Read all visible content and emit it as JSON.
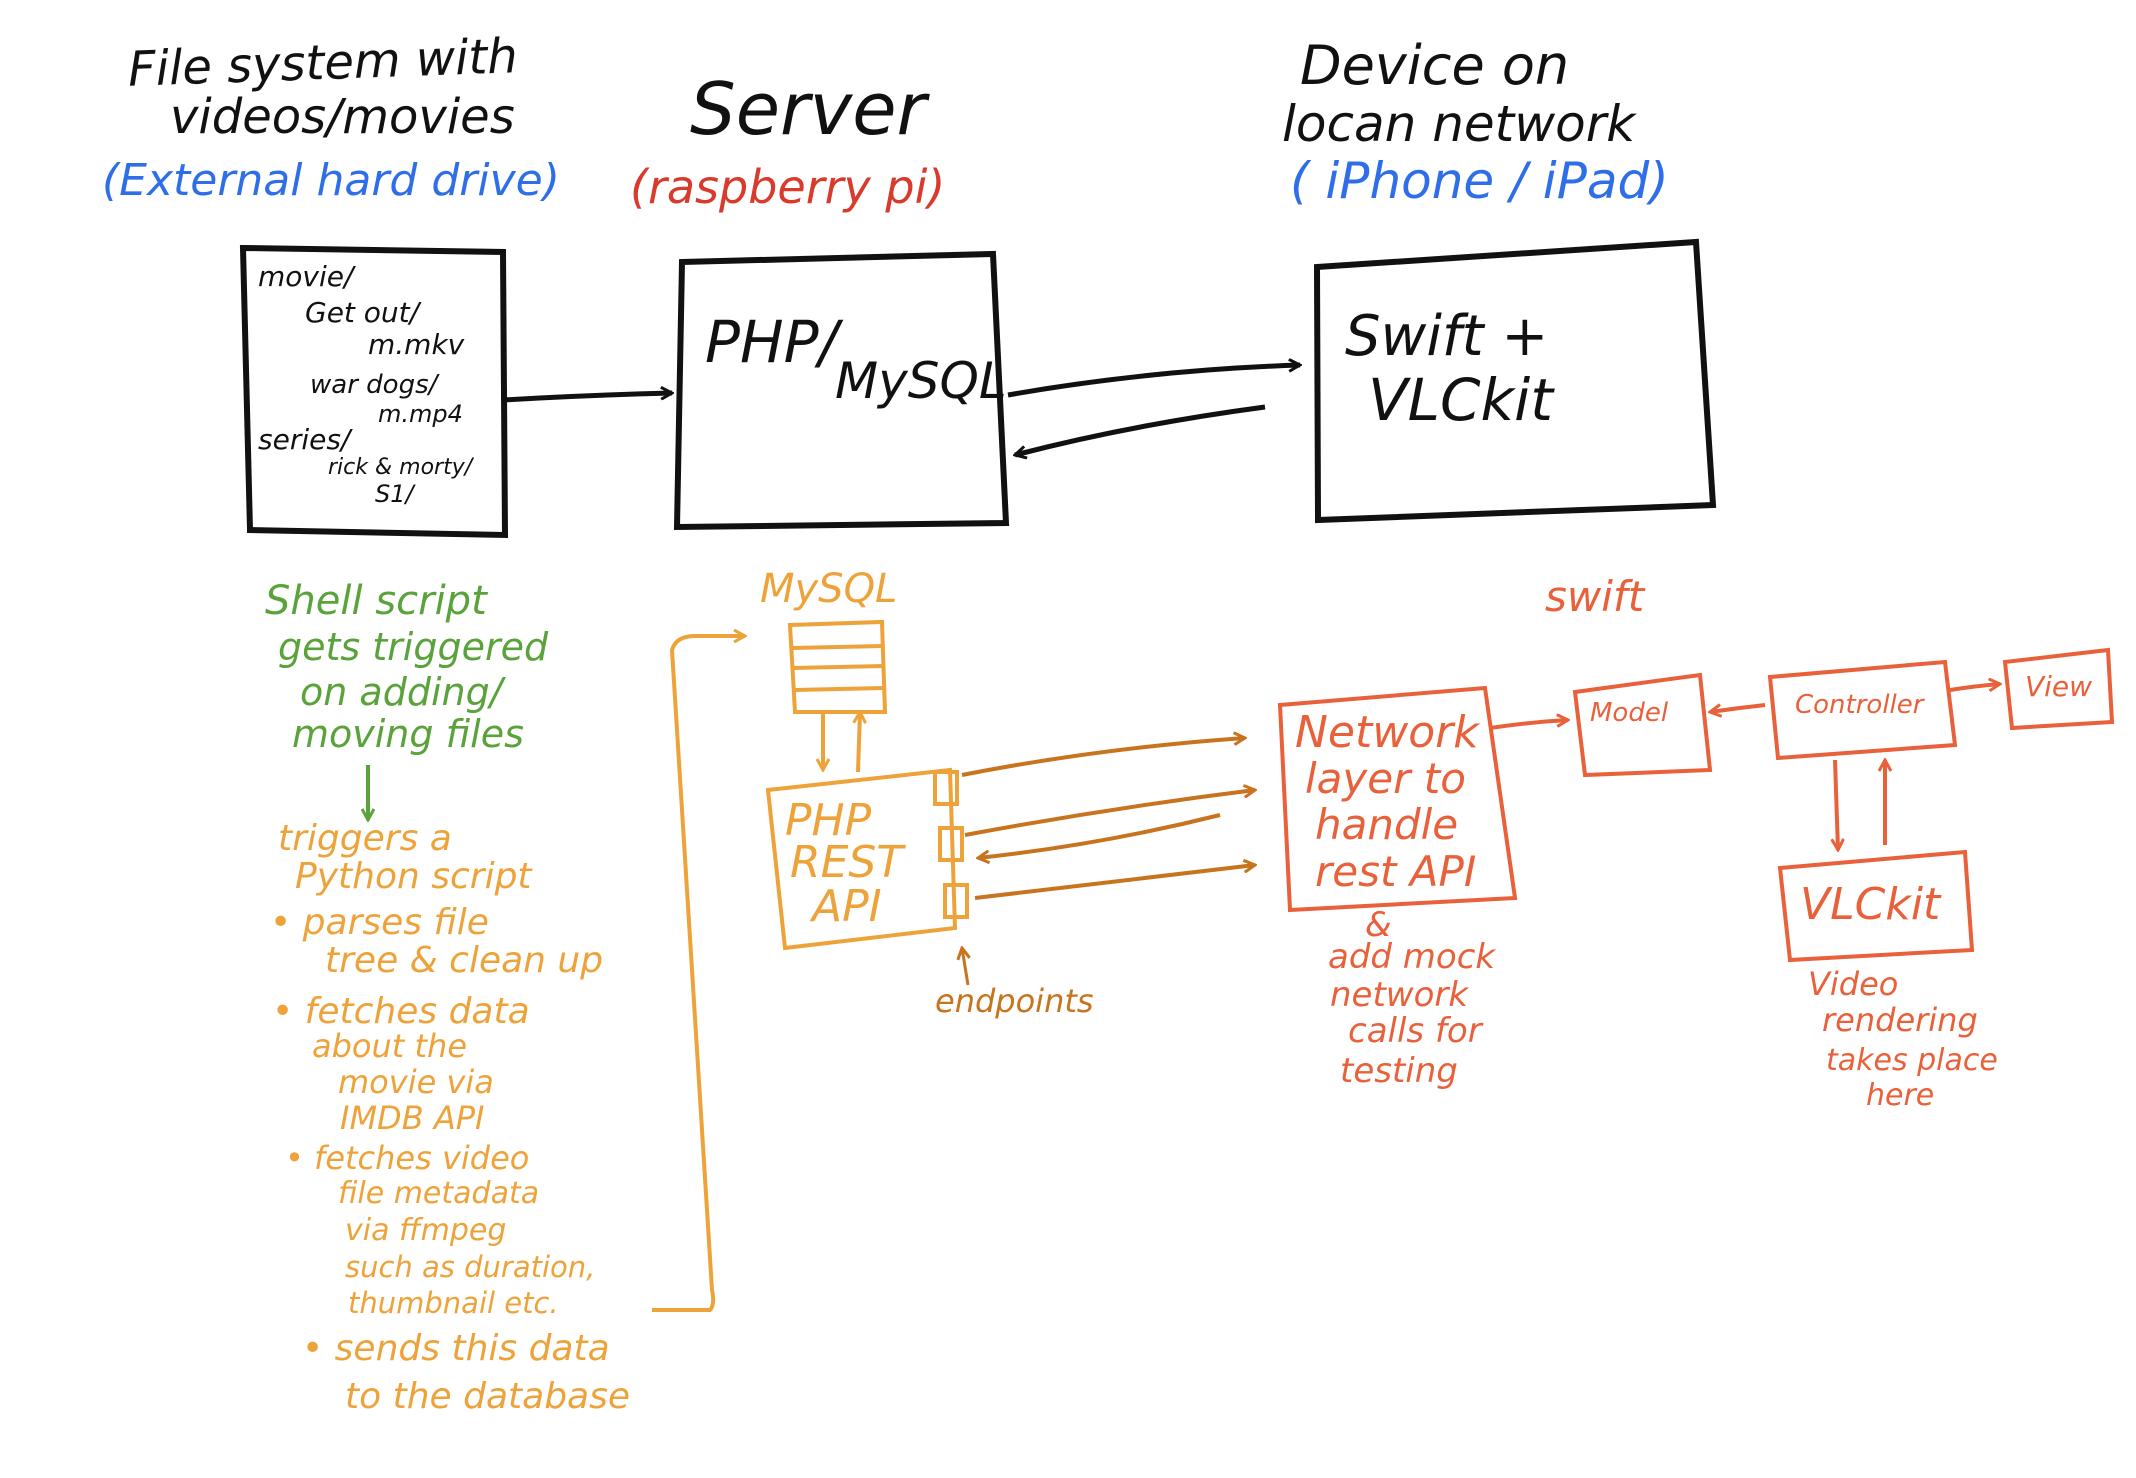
{
  "columns": {
    "filesystem": {
      "title_line1": "File system with",
      "title_line2": "videos/movies",
      "subtitle": "(External hard drive)",
      "tree": [
        "movie/",
        "Get out/",
        "m.mkv",
        "war dogs/",
        "m.mp4",
        "series/",
        "rick & morty/",
        "S1/"
      ]
    },
    "server": {
      "title": "Server",
      "subtitle": "(raspberry pi)",
      "box_text_1": "PHP/",
      "box_text_2": "MySQL"
    },
    "device": {
      "title_line1": "Device on",
      "title_line2": "locan network",
      "subtitle": "( iPhone / iPad)",
      "box_text_1": "Swift +",
      "box_text_2": "VLCkit"
    }
  },
  "shell_notes": {
    "lines": [
      "Shell script",
      "gets triggered",
      "on adding/",
      "moving files"
    ]
  },
  "python_notes": {
    "lines": [
      "triggers a",
      "Python script",
      "• parses file",
      "tree & clean up",
      "• fetches data",
      "about the",
      "movie via",
      "IMDB API",
      "• fetches video",
      "file metadata",
      "via ffmpeg",
      "such as duration,",
      "thumbnail etc.",
      "• sends this data",
      "to the database"
    ]
  },
  "server_detail": {
    "mysql_label": "MySQL",
    "php_lines": [
      "PHP",
      "REST",
      "API"
    ],
    "endpoints_label": "endpoints"
  },
  "swift_detail": {
    "swift_label": "swift",
    "network_lines": [
      "Network",
      "layer to",
      "handle",
      "rest API"
    ],
    "network_notes": [
      "&",
      "add mock",
      "network",
      "calls for",
      "testing"
    ],
    "model": "Model",
    "controller": "Controller",
    "view": "View",
    "vlckit": "VLCkit",
    "vlc_notes": [
      "Video",
      "rendering",
      "takes place",
      "here"
    ]
  },
  "colors": {
    "black": "#111111",
    "blue": "#2f6ee9",
    "red": "#d83a2c",
    "green": "#5aa23a",
    "orange": "#eea33a",
    "brown": "#c8731e",
    "swift_orange": "#e8613a"
  }
}
